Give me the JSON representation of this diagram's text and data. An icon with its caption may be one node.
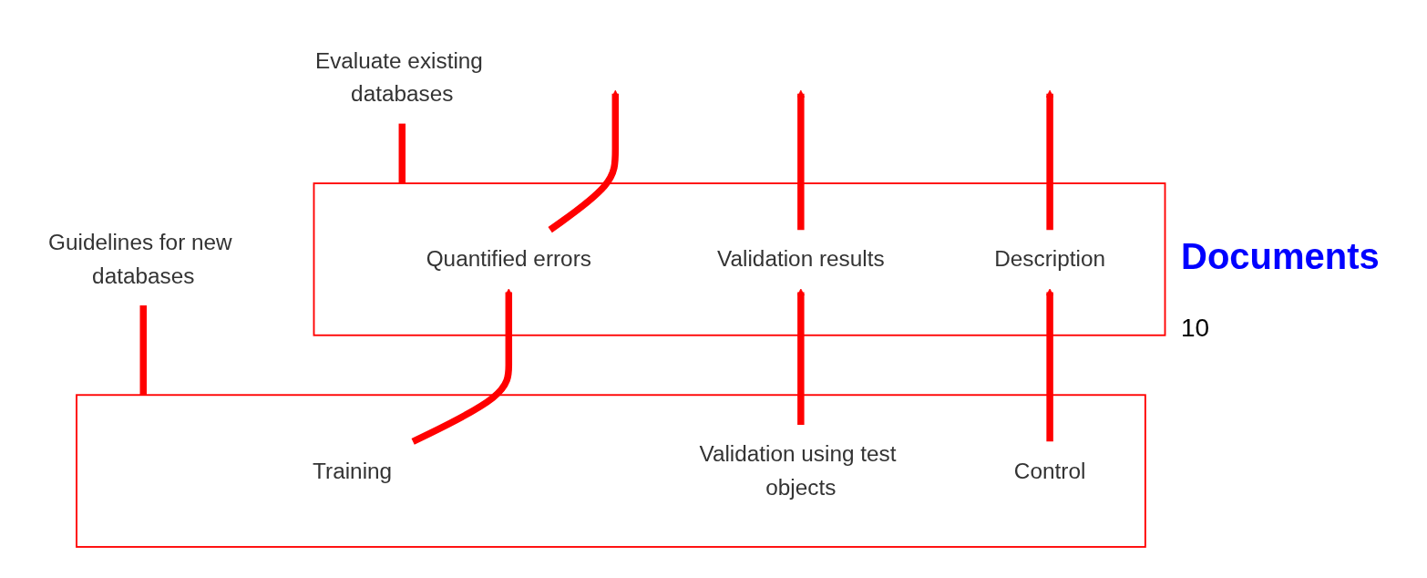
{
  "diagram": {
    "nodes": [
      {
        "text": [],
        "shape": "box"
      },
      {
        "text": [
          "Quantified errors"
        ],
        "in": 0
      },
      {
        "text": [
          "Validation results"
        ],
        "in": 0
      },
      {
        "text": [
          "Description"
        ],
        "in": 0
      },
      {
        "text": [
          "Evaluate existing databases"
        ]
      },
      {
        "text": [],
        "shape": "box"
      },
      {
        "text": [
          "Training"
        ],
        "in": 5
      },
      {
        "text": [
          "Validation using test objects"
        ],
        "in": 5
      },
      {
        "text": [
          "Control"
        ],
        "in": 5
      },
      {
        "text": [
          "Guidelines for new databases"
        ]
      }
    ],
    "edges": [
      {
        "from": 1,
        "to": null,
        "arrow": "to"
      },
      {
        "from": 2,
        "to": null,
        "arrow": "to"
      },
      {
        "from": 3,
        "to": null,
        "arrow": "to"
      },
      {
        "from": 6,
        "to": 1,
        "arrow": "to"
      },
      {
        "from": 7,
        "to": 2,
        "arrow": "to"
      },
      {
        "from": 8,
        "to": 3,
        "arrow": "to"
      },
      {
        "from": 0,
        "to": 4,
        "arrow": "none"
      },
      {
        "from": 5,
        "to": 9,
        "arrow": "none"
      }
    ],
    "labels": [
      "Documents",
      "10"
    ]
  }
}
